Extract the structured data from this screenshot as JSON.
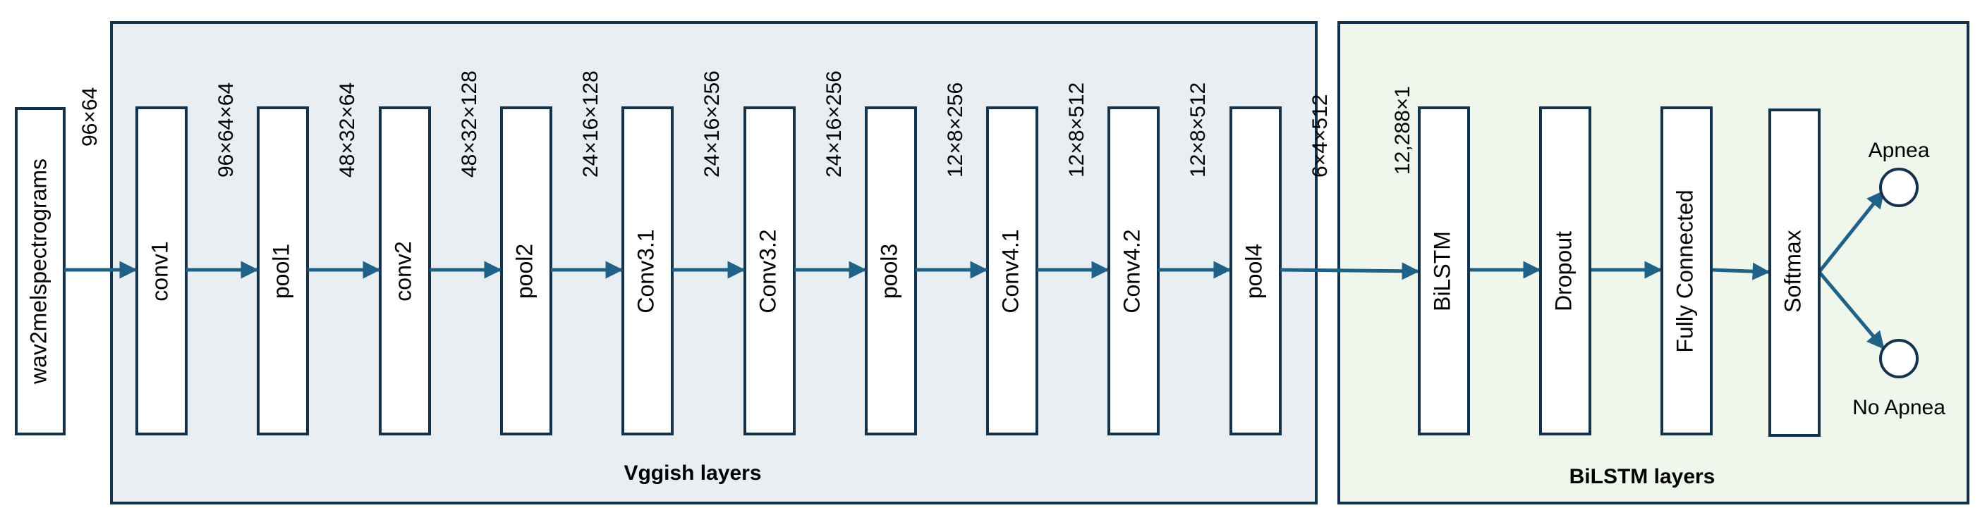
{
  "colors": {
    "vggish_fill": "#e8eef2",
    "bilstm_fill": "#eff6ec",
    "border": "#14324a",
    "arrow": "#1f6187"
  },
  "input": {
    "label": "wav2melspectrograms",
    "dim": "96×64"
  },
  "vggish": {
    "title": "Vggish layers",
    "layers": [
      {
        "label": "conv1",
        "dim": "96×64×64"
      },
      {
        "label": "pool1",
        "dim": "48×32×64"
      },
      {
        "label": "conv2",
        "dim": "48×32×128"
      },
      {
        "label": "pool2",
        "dim": "24×16×128"
      },
      {
        "label": "Conv3.1",
        "dim": "24×16×256"
      },
      {
        "label": "Conv3.2",
        "dim": "24×16×256"
      },
      {
        "label": "pool3",
        "dim": "12×8×256"
      },
      {
        "label": "Conv4.1",
        "dim": "12×8×512"
      },
      {
        "label": "Conv4.2",
        "dim": "12×8×512"
      },
      {
        "label": "pool4",
        "dim": "6×4×512"
      }
    ]
  },
  "bilstm": {
    "title": "BiLSTM layers",
    "input_dim": "12,288×1",
    "layers": [
      {
        "label": "BiLSTM"
      },
      {
        "label": "Dropout"
      },
      {
        "label": "Fully Connected"
      },
      {
        "label": "Softmax"
      }
    ]
  },
  "outputs": {
    "top": "Apnea",
    "bottom": "No Apnea"
  }
}
